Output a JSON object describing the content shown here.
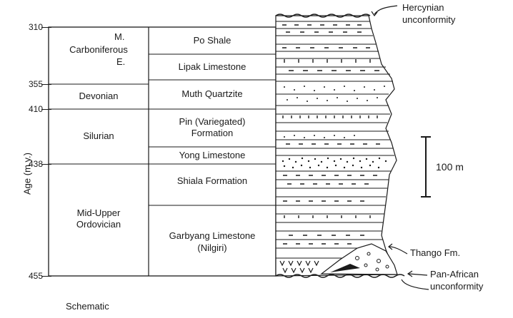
{
  "axis": {
    "title": "Age (m.y.)",
    "ticks": [
      "310",
      "355",
      "410",
      "438",
      "455"
    ]
  },
  "periods": {
    "m": "M.",
    "carboniferous": "Carboniferous",
    "e": "E.",
    "devonian": "Devonian",
    "silurian": "Silurian",
    "ordovician_line1": "Mid-Upper",
    "ordovician_line2": "Ordovician"
  },
  "formations": {
    "po": "Po Shale",
    "lipak": "Lipak Limestone",
    "muth": "Muth Quartzite",
    "pin_line1": "Pin (Variegated)",
    "pin_line2": "Formation",
    "yong": "Yong Limestone",
    "shiala": "Shiala Formation",
    "garbyang_line1": "Garbyang Limestone",
    "garbyang_line2": "(Nilgiri)"
  },
  "annotations": {
    "hercynian_line1": "Hercynian",
    "hercynian_line2": "unconformity",
    "thango": "Thango Fm.",
    "panafrican_line1": "Pan-African",
    "panafrican_line2": "unconformity",
    "scale": "100 m",
    "schematic": "Schematic"
  },
  "colors": {
    "ink": "#1a1a1a",
    "paper": "#ffffff"
  }
}
